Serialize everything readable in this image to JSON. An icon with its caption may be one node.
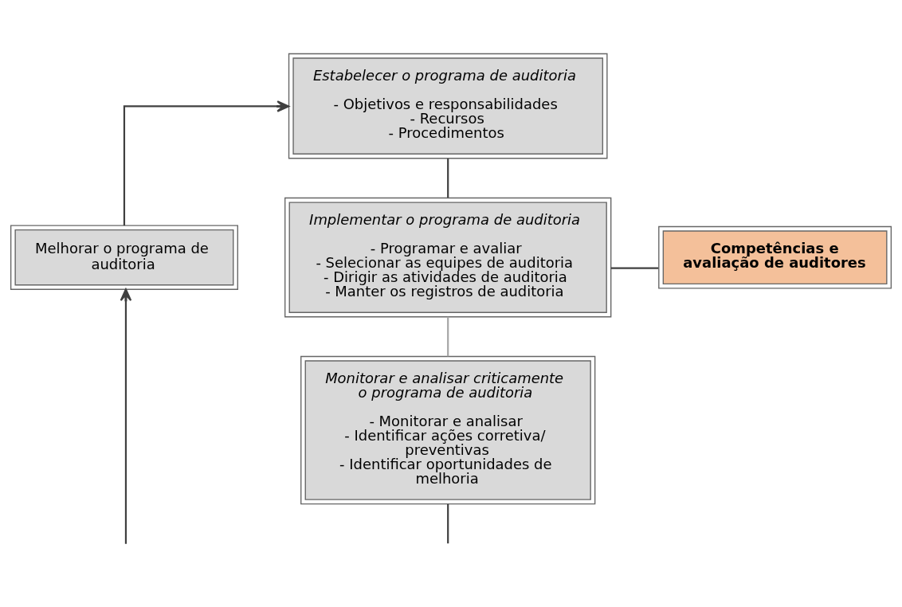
{
  "diagram": {
    "nodes": [
      {
        "text": [
          "Estabelecer o programa de auditoria",
          "- Objetivos e responsabilidades",
          "- Recursos",
          "- Procedimentos"
        ]
      },
      {
        "text": [
          "Melhorar o programa de auditoria"
        ]
      },
      {
        "text": [
          "Implementar o programa de auditoria",
          "- Programar e avaliar",
          "- Selecionar as equipes de auditoria",
          "- Dirigir as atividades de auditoria",
          "- Manter os registros de auditoria"
        ]
      },
      {
        "text": [
          "Competências e avaliação de auditores"
        ]
      },
      {
        "text": [
          "Monitorar e analisar criticamente o programa de auditoria",
          "- Monitorar e analisar",
          "- Identificar ações corretiva/ preventivas",
          "- Identificar oportunidades de melhoria"
        ]
      }
    ],
    "edges": [
      {
        "from": 1,
        "to": 0,
        "arrow": "to"
      },
      {
        "from": 0,
        "to": 2,
        "arrow": "none"
      },
      {
        "from": 2,
        "to": 3,
        "arrow": "none"
      },
      {
        "from": 2,
        "to": 4,
        "arrow": "none",
        "color": "#a6a6a6"
      },
      {
        "from": null,
        "to": 1,
        "arrow": "to"
      },
      {
        "from": 4,
        "to": null,
        "arrow": "none"
      }
    ]
  }
}
